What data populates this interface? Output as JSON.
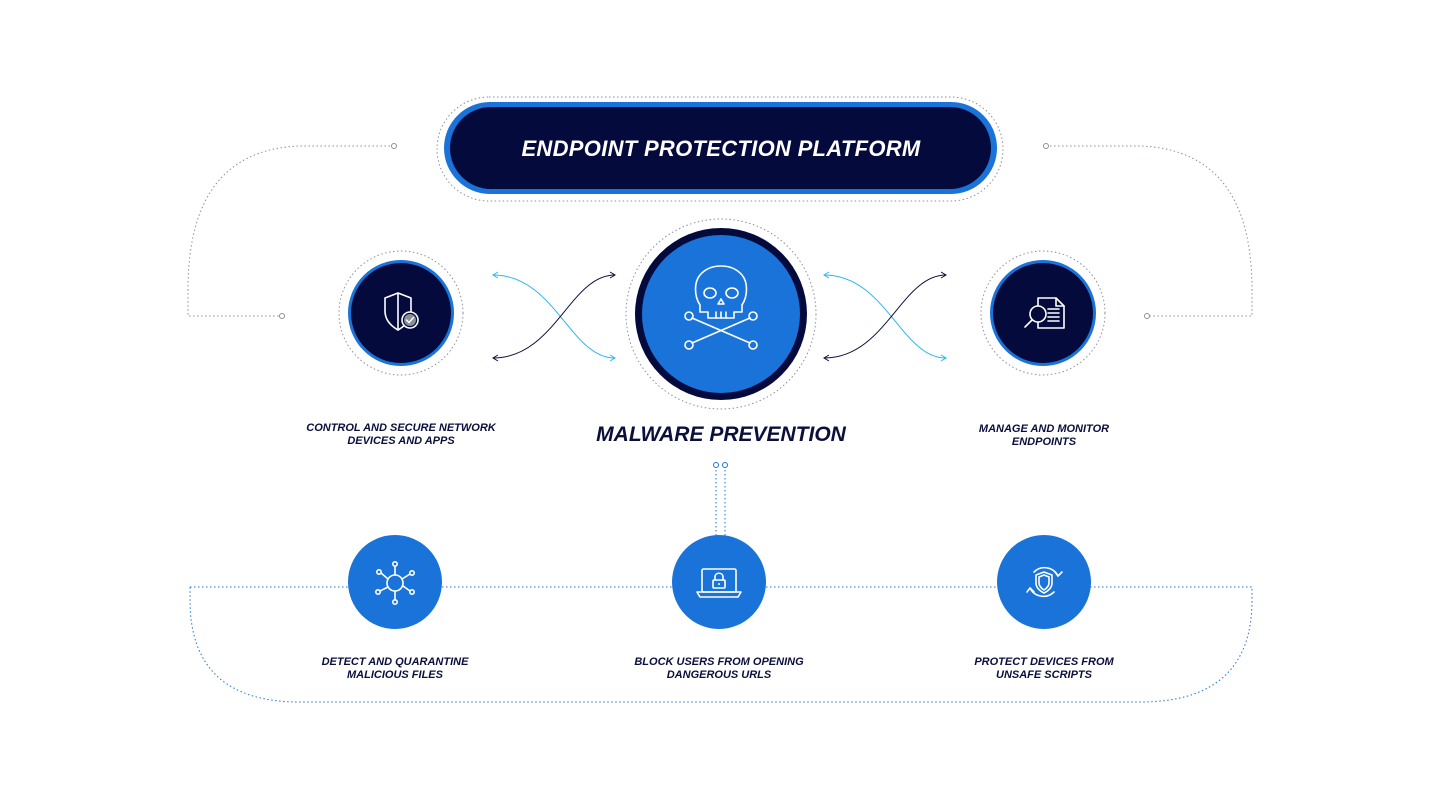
{
  "diagram": {
    "title": "ENDPOINT PROTECTION PLATFORM",
    "center": {
      "label": "MALWARE PREVENTION",
      "icon": "skull-crossbones-icon"
    },
    "top_nodes": [
      {
        "label_line1": "CONTROL AND SECURE NETWORK",
        "label_line2": "DEVICES AND APPS",
        "icon": "shield-check-icon"
      },
      {
        "label_line1": "MANAGE AND MONITOR",
        "label_line2": "ENDPOINTS",
        "icon": "document-search-icon"
      }
    ],
    "bottom_nodes": [
      {
        "label_line1": "DETECT AND QUARANTINE",
        "label_line2": "MALICIOUS FILES",
        "icon": "network-hub-icon"
      },
      {
        "label_line1": "BLOCK USERS FROM OPENING",
        "label_line2": "DANGEROUS URLS",
        "icon": "laptop-lock-icon"
      },
      {
        "label_line1": "PROTECT DEVICES FROM",
        "label_line2": "UNSAFE SCRIPTS",
        "icon": "shield-refresh-icon"
      }
    ],
    "colors": {
      "navy": "#050a3c",
      "blue": "#1a73d9",
      "light_blue": "#2bb6f0",
      "text": "#0a0f3c"
    }
  }
}
